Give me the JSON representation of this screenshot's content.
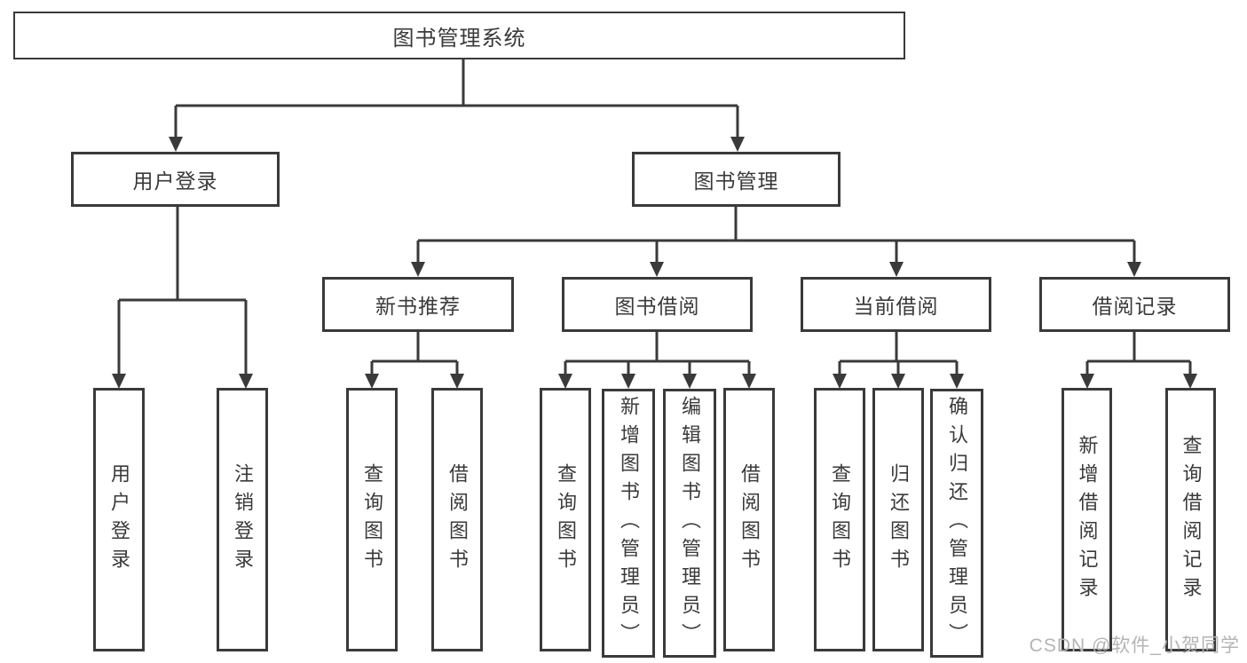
{
  "tree": {
    "root": {
      "label": "图书管理系统"
    },
    "branches": [
      {
        "label": "用户登录",
        "children": [
          {
            "label": "用户登录"
          },
          {
            "label": "注销登录"
          }
        ]
      },
      {
        "label": "图书管理",
        "children": [
          {
            "label": "新书推荐",
            "children": [
              {
                "label": "查询图书"
              },
              {
                "label": "借阅图书"
              }
            ]
          },
          {
            "label": "图书借阅",
            "children": [
              {
                "label": "查询图书"
              },
              {
                "label": "新增图书（管理员）"
              },
              {
                "label": "编辑图书（管理员）"
              },
              {
                "label": "借阅图书"
              }
            ]
          },
          {
            "label": "当前借阅",
            "children": [
              {
                "label": "查询图书"
              },
              {
                "label": "归还图书"
              },
              {
                "label": "确认归还（管理员）"
              }
            ]
          },
          {
            "label": "借阅记录",
            "children": [
              {
                "label": "新增借阅记录"
              },
              {
                "label": "查询借阅记录"
              }
            ]
          }
        ]
      }
    ]
  },
  "watermark": {
    "text": "CSDN @软件_小贺同学"
  },
  "colors": {
    "line": "#3a3a3a",
    "box_border": "#3a3a3a",
    "text": "#3a3a3a",
    "watermark": "#b4b4b4",
    "background": "#ffffff"
  }
}
